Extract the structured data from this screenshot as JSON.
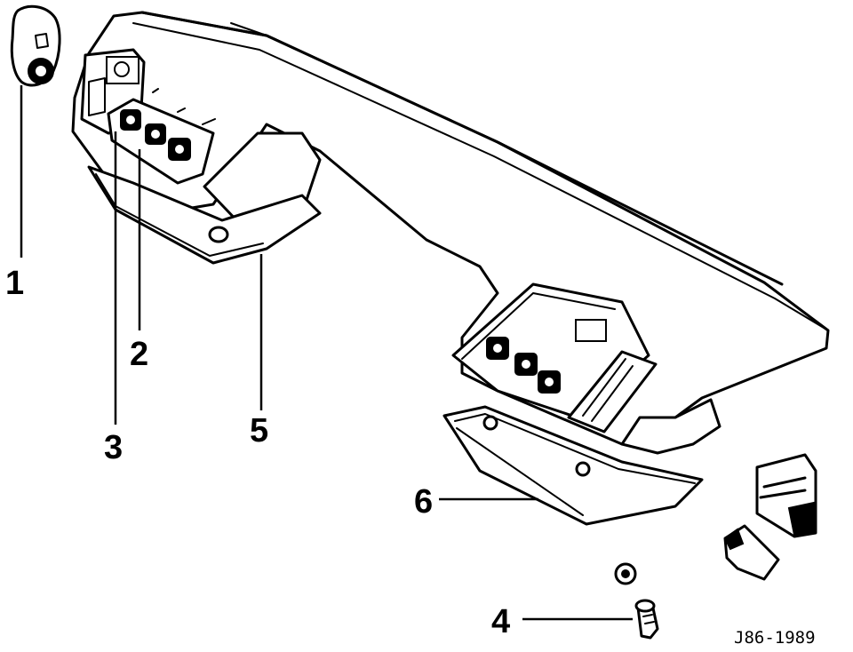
{
  "callouts": [
    {
      "id": "1",
      "label": "1"
    },
    {
      "id": "2",
      "label": "2"
    },
    {
      "id": "3",
      "label": "3"
    },
    {
      "id": "4",
      "label": "4"
    },
    {
      "id": "5",
      "label": "5"
    },
    {
      "id": "6",
      "label": "6"
    }
  ],
  "drawing_code": "J86-1989"
}
